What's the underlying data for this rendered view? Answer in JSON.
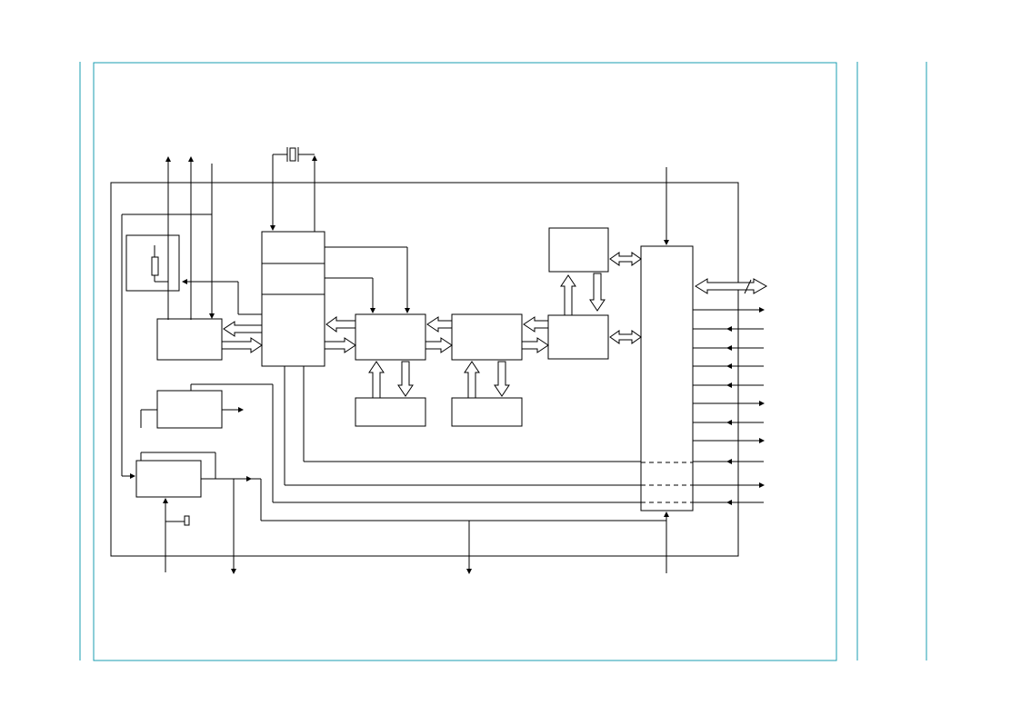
{
  "page": {
    "frame_color": "#1a9cb0",
    "line_color": "#000000",
    "background": "#ffffff"
  },
  "diagram": {
    "blocks": [
      {
        "id": "sensor-box",
        "label": ""
      },
      {
        "id": "left-io-block",
        "label": ""
      },
      {
        "id": "oscillator-block",
        "label": ""
      },
      {
        "id": "power-block",
        "label": ""
      },
      {
        "id": "reset-block",
        "label": ""
      },
      {
        "id": "cpu-block",
        "label": ""
      },
      {
        "id": "core-block-1",
        "label": ""
      },
      {
        "id": "core-block-2",
        "label": ""
      },
      {
        "id": "memory-block-1",
        "label": ""
      },
      {
        "id": "memory-block-2",
        "label": ""
      },
      {
        "id": "top-right-block",
        "label": ""
      },
      {
        "id": "interface-block",
        "label": ""
      },
      {
        "id": "port-block",
        "label": ""
      }
    ],
    "pins_right": [
      "out",
      "in",
      "in",
      "in",
      "in",
      "out",
      "in",
      "out",
      "in",
      "out",
      "in"
    ]
  }
}
